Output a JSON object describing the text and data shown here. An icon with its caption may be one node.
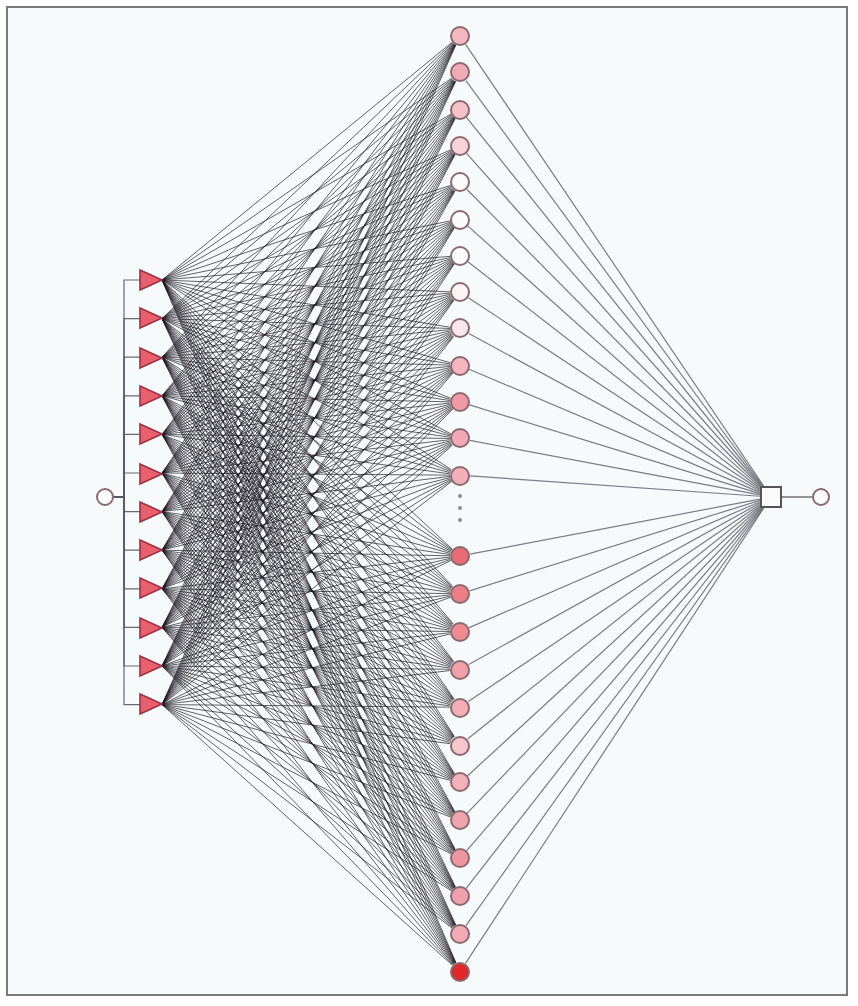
{
  "diagram": {
    "nodes": [
      {
        "text": [],
        "shape": "circle"
      },
      {
        "text": [],
        "shape": "triangle"
      },
      {
        "text": [],
        "shape": "triangle"
      },
      {
        "text": [],
        "shape": "triangle"
      },
      {
        "text": [],
        "shape": "triangle"
      },
      {
        "text": [],
        "shape": "triangle"
      },
      {
        "text": [],
        "shape": "triangle"
      },
      {
        "text": [],
        "shape": "triangle"
      },
      {
        "text": [],
        "shape": "triangle"
      },
      {
        "text": [],
        "shape": "triangle"
      },
      {
        "text": [],
        "shape": "triangle"
      },
      {
        "text": [],
        "shape": "triangle"
      },
      {
        "text": [],
        "shape": "triangle"
      },
      {
        "text": [],
        "shape": "circle"
      },
      {
        "text": [],
        "shape": "circle"
      },
      {
        "text": [],
        "shape": "circle"
      },
      {
        "text": [],
        "shape": "circle"
      },
      {
        "text": [],
        "shape": "circle"
      },
      {
        "text": [],
        "shape": "circle"
      },
      {
        "text": [],
        "shape": "circle"
      },
      {
        "text": [],
        "shape": "circle"
      },
      {
        "text": [],
        "shape": "circle"
      },
      {
        "text": [],
        "shape": "circle"
      },
      {
        "text": [],
        "shape": "circle"
      },
      {
        "text": [],
        "shape": "circle"
      },
      {
        "text": [],
        "shape": "circle"
      },
      {
        "text": [],
        "shape": "circle"
      },
      {
        "text": [],
        "shape": "circle"
      },
      {
        "text": [],
        "shape": "circle"
      },
      {
        "text": [],
        "shape": "circle"
      },
      {
        "text": [],
        "shape": "circle"
      },
      {
        "text": [],
        "shape": "circle"
      },
      {
        "text": [],
        "shape": "circle"
      },
      {
        "text": [],
        "shape": "circle"
      },
      {
        "text": [],
        "shape": "circle"
      },
      {
        "text": [],
        "shape": "circle"
      },
      {
        "text": [],
        "shape": "circle"
      },
      {
        "text": [],
        "shape": "circle"
      },
      {
        "text": [],
        "shape": "box"
      },
      {
        "text": [],
        "shape": "circle"
      }
    ],
    "edges": [
      {
        "from": 0,
        "to": 1,
        "arrow": "none"
      },
      {
        "from": 0,
        "to": 2,
        "arrow": "none"
      },
      {
        "from": 0,
        "to": 3,
        "arrow": "none"
      },
      {
        "from": 0,
        "to": 4,
        "arrow": "none"
      },
      {
        "from": 0,
        "to": 5,
        "arrow": "none"
      },
      {
        "from": 0,
        "to": 6,
        "arrow": "none"
      },
      {
        "from": 0,
        "to": 7,
        "arrow": "none"
      },
      {
        "from": 0,
        "to": 8,
        "arrow": "none"
      },
      {
        "from": 0,
        "to": 9,
        "arrow": "none"
      },
      {
        "from": 0,
        "to": 10,
        "arrow": "none"
      },
      {
        "from": 0,
        "to": 11,
        "arrow": "none"
      },
      {
        "from": 0,
        "to": 12,
        "arrow": "none"
      },
      {
        "from": 1,
        "to": 13,
        "arrow": "none"
      },
      {
        "from": 1,
        "to": 14,
        "arrow": "none"
      },
      {
        "from": 1,
        "to": 15,
        "arrow": "none"
      },
      {
        "from": 1,
        "to": 16,
        "arrow": "none"
      },
      {
        "from": 1,
        "to": 17,
        "arrow": "none"
      },
      {
        "from": 1,
        "to": 18,
        "arrow": "none"
      },
      {
        "from": 1,
        "to": 19,
        "arrow": "none"
      },
      {
        "from": 1,
        "to": 20,
        "arrow": "none"
      },
      {
        "from": 1,
        "to": 21,
        "arrow": "none"
      },
      {
        "from": 1,
        "to": 22,
        "arrow": "none"
      },
      {
        "from": 1,
        "to": 23,
        "arrow": "none"
      },
      {
        "from": 1,
        "to": 24,
        "arrow": "none"
      },
      {
        "from": 1,
        "to": 25,
        "arrow": "none"
      },
      {
        "from": 1,
        "to": 26,
        "arrow": "none"
      },
      {
        "from": 1,
        "to": 27,
        "arrow": "none"
      },
      {
        "from": 1,
        "to": 28,
        "arrow": "none"
      },
      {
        "from": 1,
        "to": 29,
        "arrow": "none"
      },
      {
        "from": 1,
        "to": 30,
        "arrow": "none"
      },
      {
        "from": 1,
        "to": 31,
        "arrow": "none"
      },
      {
        "from": 1,
        "to": 32,
        "arrow": "none"
      },
      {
        "from": 1,
        "to": 33,
        "arrow": "none"
      },
      {
        "from": 1,
        "to": 34,
        "arrow": "none"
      },
      {
        "from": 1,
        "to": 35,
        "arrow": "none"
      },
      {
        "from": 1,
        "to": 36,
        "arrow": "none"
      },
      {
        "from": 1,
        "to": 37,
        "arrow": "none"
      },
      {
        "from": 2,
        "to": 13,
        "arrow": "none"
      },
      {
        "from": 2,
        "to": 14,
        "arrow": "none"
      },
      {
        "from": 2,
        "to": 15,
        "arrow": "none"
      },
      {
        "from": 2,
        "to": 16,
        "arrow": "none"
      },
      {
        "from": 2,
        "to": 17,
        "arrow": "none"
      },
      {
        "from": 2,
        "to": 18,
        "arrow": "none"
      },
      {
        "from": 2,
        "to": 19,
        "arrow": "none"
      },
      {
        "from": 2,
        "to": 20,
        "arrow": "none"
      },
      {
        "from": 2,
        "to": 21,
        "arrow": "none"
      },
      {
        "from": 2,
        "to": 22,
        "arrow": "none"
      },
      {
        "from": 2,
        "to": 23,
        "arrow": "none"
      },
      {
        "from": 2,
        "to": 24,
        "arrow": "none"
      },
      {
        "from": 2,
        "to": 25,
        "arrow": "none"
      },
      {
        "from": 2,
        "to": 26,
        "arrow": "none"
      },
      {
        "from": 2,
        "to": 27,
        "arrow": "none"
      },
      {
        "from": 2,
        "to": 28,
        "arrow": "none"
      },
      {
        "from": 2,
        "to": 29,
        "arrow": "none"
      },
      {
        "from": 2,
        "to": 30,
        "arrow": "none"
      },
      {
        "from": 2,
        "to": 31,
        "arrow": "none"
      },
      {
        "from": 2,
        "to": 32,
        "arrow": "none"
      },
      {
        "from": 2,
        "to": 33,
        "arrow": "none"
      },
      {
        "from": 2,
        "to": 34,
        "arrow": "none"
      },
      {
        "from": 2,
        "to": 35,
        "arrow": "none"
      },
      {
        "from": 2,
        "to": 36,
        "arrow": "none"
      },
      {
        "from": 2,
        "to": 37,
        "arrow": "none"
      },
      {
        "from": 3,
        "to": 13,
        "arrow": "none"
      },
      {
        "from": 3,
        "to": 14,
        "arrow": "none"
      },
      {
        "from": 3,
        "to": 15,
        "arrow": "none"
      },
      {
        "from": 3,
        "to": 16,
        "arrow": "none"
      },
      {
        "from": 3,
        "to": 17,
        "arrow": "none"
      },
      {
        "from": 3,
        "to": 18,
        "arrow": "none"
      },
      {
        "from": 3,
        "to": 19,
        "arrow": "none"
      },
      {
        "from": 3,
        "to": 20,
        "arrow": "none"
      },
      {
        "from": 3,
        "to": 21,
        "arrow": "none"
      },
      {
        "from": 3,
        "to": 22,
        "arrow": "none"
      },
      {
        "from": 3,
        "to": 23,
        "arrow": "none"
      },
      {
        "from": 3,
        "to": 24,
        "arrow": "none"
      },
      {
        "from": 3,
        "to": 25,
        "arrow": "none"
      },
      {
        "from": 3,
        "to": 26,
        "arrow": "none"
      },
      {
        "from": 3,
        "to": 27,
        "arrow": "none"
      },
      {
        "from": 3,
        "to": 28,
        "arrow": "none"
      },
      {
        "from": 3,
        "to": 29,
        "arrow": "none"
      },
      {
        "from": 3,
        "to": 30,
        "arrow": "none"
      },
      {
        "from": 3,
        "to": 31,
        "arrow": "none"
      },
      {
        "from": 3,
        "to": 32,
        "arrow": "none"
      },
      {
        "from": 3,
        "to": 33,
        "arrow": "none"
      },
      {
        "from": 3,
        "to": 34,
        "arrow": "none"
      },
      {
        "from": 3,
        "to": 35,
        "arrow": "none"
      },
      {
        "from": 3,
        "to": 36,
        "arrow": "none"
      },
      {
        "from": 3,
        "to": 37,
        "arrow": "none"
      },
      {
        "from": 4,
        "to": 13,
        "arrow": "none"
      },
      {
        "from": 4,
        "to": 14,
        "arrow": "none"
      },
      {
        "from": 4,
        "to": 15,
        "arrow": "none"
      },
      {
        "from": 4,
        "to": 16,
        "arrow": "none"
      },
      {
        "from": 4,
        "to": 17,
        "arrow": "none"
      },
      {
        "from": 4,
        "to": 18,
        "arrow": "none"
      },
      {
        "from": 4,
        "to": 19,
        "arrow": "none"
      },
      {
        "from": 4,
        "to": 20,
        "arrow": "none"
      },
      {
        "from": 4,
        "to": 21,
        "arrow": "none"
      },
      {
        "from": 4,
        "to": 22,
        "arrow": "none"
      },
      {
        "from": 4,
        "to": 23,
        "arrow": "none"
      },
      {
        "from": 4,
        "to": 24,
        "arrow": "none"
      },
      {
        "from": 4,
        "to": 25,
        "arrow": "none"
      },
      {
        "from": 4,
        "to": 26,
        "arrow": "none"
      },
      {
        "from": 4,
        "to": 27,
        "arrow": "none"
      },
      {
        "from": 4,
        "to": 28,
        "arrow": "none"
      },
      {
        "from": 4,
        "to": 29,
        "arrow": "none"
      },
      {
        "from": 4,
        "to": 30,
        "arrow": "none"
      },
      {
        "from": 4,
        "to": 31,
        "arrow": "none"
      },
      {
        "from": 4,
        "to": 32,
        "arrow": "none"
      },
      {
        "from": 4,
        "to": 33,
        "arrow": "none"
      },
      {
        "from": 4,
        "to": 34,
        "arrow": "none"
      },
      {
        "from": 4,
        "to": 35,
        "arrow": "none"
      },
      {
        "from": 4,
        "to": 36,
        "arrow": "none"
      },
      {
        "from": 4,
        "to": 37,
        "arrow": "none"
      },
      {
        "from": 5,
        "to": 13,
        "arrow": "none"
      },
      {
        "from": 5,
        "to": 14,
        "arrow": "none"
      },
      {
        "from": 5,
        "to": 15,
        "arrow": "none"
      },
      {
        "from": 5,
        "to": 16,
        "arrow": "none"
      },
      {
        "from": 5,
        "to": 17,
        "arrow": "none"
      },
      {
        "from": 5,
        "to": 18,
        "arrow": "none"
      },
      {
        "from": 5,
        "to": 19,
        "arrow": "none"
      },
      {
        "from": 5,
        "to": 20,
        "arrow": "none"
      },
      {
        "from": 5,
        "to": 21,
        "arrow": "none"
      },
      {
        "from": 5,
        "to": 22,
        "arrow": "none"
      },
      {
        "from": 5,
        "to": 23,
        "arrow": "none"
      },
      {
        "from": 5,
        "to": 24,
        "arrow": "none"
      },
      {
        "from": 5,
        "to": 25,
        "arrow": "none"
      },
      {
        "from": 5,
        "to": 26,
        "arrow": "none"
      },
      {
        "from": 5,
        "to": 27,
        "arrow": "none"
      },
      {
        "from": 5,
        "to": 28,
        "arrow": "none"
      },
      {
        "from": 5,
        "to": 29,
        "arrow": "none"
      },
      {
        "from": 5,
        "to": 30,
        "arrow": "none"
      },
      {
        "from": 5,
        "to": 31,
        "arrow": "none"
      },
      {
        "from": 5,
        "to": 32,
        "arrow": "none"
      },
      {
        "from": 5,
        "to": 33,
        "arrow": "none"
      },
      {
        "from": 5,
        "to": 34,
        "arrow": "none"
      },
      {
        "from": 5,
        "to": 35,
        "arrow": "none"
      },
      {
        "from": 5,
        "to": 36,
        "arrow": "none"
      },
      {
        "from": 5,
        "to": 37,
        "arrow": "none"
      },
      {
        "from": 6,
        "to": 13,
        "arrow": "none"
      },
      {
        "from": 6,
        "to": 14,
        "arrow": "none"
      },
      {
        "from": 6,
        "to": 15,
        "arrow": "none"
      },
      {
        "from": 6,
        "to": 16,
        "arrow": "none"
      },
      {
        "from": 6,
        "to": 17,
        "arrow": "none"
      },
      {
        "from": 6,
        "to": 18,
        "arrow": "none"
      },
      {
        "from": 6,
        "to": 19,
        "arrow": "none"
      },
      {
        "from": 6,
        "to": 20,
        "arrow": "none"
      },
      {
        "from": 6,
        "to": 21,
        "arrow": "none"
      },
      {
        "from": 6,
        "to": 22,
        "arrow": "none"
      },
      {
        "from": 6,
        "to": 23,
        "arrow": "none"
      },
      {
        "from": 6,
        "to": 24,
        "arrow": "none"
      },
      {
        "from": 6,
        "to": 25,
        "arrow": "none"
      },
      {
        "from": 6,
        "to": 26,
        "arrow": "none"
      },
      {
        "from": 6,
        "to": 27,
        "arrow": "none"
      },
      {
        "from": 6,
        "to": 28,
        "arrow": "none"
      },
      {
        "from": 6,
        "to": 29,
        "arrow": "none"
      },
      {
        "from": 6,
        "to": 30,
        "arrow": "none"
      },
      {
        "from": 6,
        "to": 31,
        "arrow": "none"
      },
      {
        "from": 6,
        "to": 32,
        "arrow": "none"
      },
      {
        "from": 6,
        "to": 33,
        "arrow": "none"
      },
      {
        "from": 6,
        "to": 34,
        "arrow": "none"
      },
      {
        "from": 6,
        "to": 35,
        "arrow": "none"
      },
      {
        "from": 6,
        "to": 36,
        "arrow": "none"
      },
      {
        "from": 6,
        "to": 37,
        "arrow": "none"
      },
      {
        "from": 7,
        "to": 13,
        "arrow": "none"
      },
      {
        "from": 7,
        "to": 14,
        "arrow": "none"
      },
      {
        "from": 7,
        "to": 15,
        "arrow": "none"
      },
      {
        "from": 7,
        "to": 16,
        "arrow": "none"
      },
      {
        "from": 7,
        "to": 17,
        "arrow": "none"
      },
      {
        "from": 7,
        "to": 18,
        "arrow": "none"
      },
      {
        "from": 7,
        "to": 19,
        "arrow": "none"
      },
      {
        "from": 7,
        "to": 20,
        "arrow": "none"
      },
      {
        "from": 7,
        "to": 21,
        "arrow": "none"
      },
      {
        "from": 7,
        "to": 22,
        "arrow": "none"
      },
      {
        "from": 7,
        "to": 23,
        "arrow": "none"
      },
      {
        "from": 7,
        "to": 24,
        "arrow": "none"
      },
      {
        "from": 7,
        "to": 25,
        "arrow": "none"
      },
      {
        "from": 7,
        "to": 26,
        "arrow": "none"
      },
      {
        "from": 7,
        "to": 27,
        "arrow": "none"
      },
      {
        "from": 7,
        "to": 28,
        "arrow": "none"
      },
      {
        "from": 7,
        "to": 29,
        "arrow": "none"
      },
      {
        "from": 7,
        "to": 30,
        "arrow": "none"
      },
      {
        "from": 7,
        "to": 31,
        "arrow": "none"
      },
      {
        "from": 7,
        "to": 32,
        "arrow": "none"
      },
      {
        "from": 7,
        "to": 33,
        "arrow": "none"
      },
      {
        "from": 7,
        "to": 34,
        "arrow": "none"
      },
      {
        "from": 7,
        "to": 35,
        "arrow": "none"
      },
      {
        "from": 7,
        "to": 36,
        "arrow": "none"
      },
      {
        "from": 7,
        "to": 37,
        "arrow": "none"
      },
      {
        "from": 8,
        "to": 13,
        "arrow": "none"
      },
      {
        "from": 8,
        "to": 14,
        "arrow": "none"
      },
      {
        "from": 8,
        "to": 15,
        "arrow": "none"
      },
      {
        "from": 8,
        "to": 16,
        "arrow": "none"
      },
      {
        "from": 8,
        "to": 17,
        "arrow": "none"
      },
      {
        "from": 8,
        "to": 18,
        "arrow": "none"
      },
      {
        "from": 8,
        "to": 19,
        "arrow": "none"
      },
      {
        "from": 8,
        "to": 20,
        "arrow": "none"
      },
      {
        "from": 8,
        "to": 21,
        "arrow": "none"
      },
      {
        "from": 8,
        "to": 22,
        "arrow": "none"
      },
      {
        "from": 8,
        "to": 23,
        "arrow": "none"
      },
      {
        "from": 8,
        "to": 24,
        "arrow": "none"
      },
      {
        "from": 8,
        "to": 25,
        "arrow": "none"
      },
      {
        "from": 8,
        "to": 26,
        "arrow": "none"
      },
      {
        "from": 8,
        "to": 27,
        "arrow": "none"
      },
      {
        "from": 8,
        "to": 28,
        "arrow": "none"
      },
      {
        "from": 8,
        "to": 29,
        "arrow": "none"
      },
      {
        "from": 8,
        "to": 30,
        "arrow": "none"
      },
      {
        "from": 8,
        "to": 31,
        "arrow": "none"
      },
      {
        "from": 8,
        "to": 32,
        "arrow": "none"
      },
      {
        "from": 8,
        "to": 33,
        "arrow": "none"
      },
      {
        "from": 8,
        "to": 34,
        "arrow": "none"
      },
      {
        "from": 8,
        "to": 35,
        "arrow": "none"
      },
      {
        "from": 8,
        "to": 36,
        "arrow": "none"
      },
      {
        "from": 8,
        "to": 37,
        "arrow": "none"
      },
      {
        "from": 9,
        "to": 13,
        "arrow": "none"
      },
      {
        "from": 9,
        "to": 14,
        "arrow": "none"
      },
      {
        "from": 9,
        "to": 15,
        "arrow": "none"
      },
      {
        "from": 9,
        "to": 16,
        "arrow": "none"
      },
      {
        "from": 9,
        "to": 17,
        "arrow": "none"
      },
      {
        "from": 9,
        "to": 18,
        "arrow": "none"
      },
      {
        "from": 9,
        "to": 19,
        "arrow": "none"
      },
      {
        "from": 9,
        "to": 20,
        "arrow": "none"
      },
      {
        "from": 9,
        "to": 21,
        "arrow": "none"
      },
      {
        "from": 9,
        "to": 22,
        "arrow": "none"
      },
      {
        "from": 9,
        "to": 23,
        "arrow": "none"
      },
      {
        "from": 9,
        "to": 24,
        "arrow": "none"
      },
      {
        "from": 9,
        "to": 25,
        "arrow": "none"
      },
      {
        "from": 9,
        "to": 26,
        "arrow": "none"
      },
      {
        "from": 9,
        "to": 27,
        "arrow": "none"
      },
      {
        "from": 9,
        "to": 28,
        "arrow": "none"
      },
      {
        "from": 9,
        "to": 29,
        "arrow": "none"
      },
      {
        "from": 9,
        "to": 30,
        "arrow": "none"
      },
      {
        "from": 9,
        "to": 31,
        "arrow": "none"
      },
      {
        "from": 9,
        "to": 32,
        "arrow": "none"
      },
      {
        "from": 9,
        "to": 33,
        "arrow": "none"
      },
      {
        "from": 9,
        "to": 34,
        "arrow": "none"
      },
      {
        "from": 9,
        "to": 35,
        "arrow": "none"
      },
      {
        "from": 9,
        "to": 36,
        "arrow": "none"
      },
      {
        "from": 9,
        "to": 37,
        "arrow": "none"
      },
      {
        "from": 10,
        "to": 13,
        "arrow": "none"
      },
      {
        "from": 10,
        "to": 14,
        "arrow": "none"
      },
      {
        "from": 10,
        "to": 15,
        "arrow": "none"
      },
      {
        "from": 10,
        "to": 16,
        "arrow": "none"
      },
      {
        "from": 10,
        "to": 17,
        "arrow": "none"
      },
      {
        "from": 10,
        "to": 18,
        "arrow": "none"
      },
      {
        "from": 10,
        "to": 19,
        "arrow": "none"
      },
      {
        "from": 10,
        "to": 20,
        "arrow": "none"
      },
      {
        "from": 10,
        "to": 21,
        "arrow": "none"
      },
      {
        "from": 10,
        "to": 22,
        "arrow": "none"
      },
      {
        "from": 10,
        "to": 23,
        "arrow": "none"
      },
      {
        "from": 10,
        "to": 24,
        "arrow": "none"
      },
      {
        "from": 10,
        "to": 25,
        "arrow": "none"
      },
      {
        "from": 10,
        "to": 26,
        "arrow": "none"
      },
      {
        "from": 10,
        "to": 27,
        "arrow": "none"
      },
      {
        "from": 10,
        "to": 28,
        "arrow": "none"
      },
      {
        "from": 10,
        "to": 29,
        "arrow": "none"
      },
      {
        "from": 10,
        "to": 30,
        "arrow": "none"
      },
      {
        "from": 10,
        "to": 31,
        "arrow": "none"
      },
      {
        "from": 10,
        "to": 32,
        "arrow": "none"
      },
      {
        "from": 10,
        "to": 33,
        "arrow": "none"
      },
      {
        "from": 10,
        "to": 34,
        "arrow": "none"
      },
      {
        "from": 10,
        "to": 35,
        "arrow": "none"
      },
      {
        "from": 10,
        "to": 36,
        "arrow": "none"
      },
      {
        "from": 10,
        "to": 37,
        "arrow": "none"
      },
      {
        "from": 11,
        "to": 13,
        "arrow": "none"
      },
      {
        "from": 11,
        "to": 14,
        "arrow": "none"
      },
      {
        "from": 11,
        "to": 15,
        "arrow": "none"
      },
      {
        "from": 11,
        "to": 16,
        "arrow": "none"
      },
      {
        "from": 11,
        "to": 17,
        "arrow": "none"
      },
      {
        "from": 11,
        "to": 18,
        "arrow": "none"
      },
      {
        "from": 11,
        "to": 19,
        "arrow": "none"
      },
      {
        "from": 11,
        "to": 20,
        "arrow": "none"
      },
      {
        "from": 11,
        "to": 21,
        "arrow": "none"
      },
      {
        "from": 11,
        "to": 22,
        "arrow": "none"
      },
      {
        "from": 11,
        "to": 23,
        "arrow": "none"
      },
      {
        "from": 11,
        "to": 24,
        "arrow": "none"
      },
      {
        "from": 11,
        "to": 25,
        "arrow": "none"
      },
      {
        "from": 11,
        "to": 26,
        "arrow": "none"
      },
      {
        "from": 11,
        "to": 27,
        "arrow": "none"
      },
      {
        "from": 11,
        "to": 28,
        "arrow": "none"
      },
      {
        "from": 11,
        "to": 29,
        "arrow": "none"
      },
      {
        "from": 11,
        "to": 30,
        "arrow": "none"
      },
      {
        "from": 11,
        "to": 31,
        "arrow": "none"
      },
      {
        "from": 11,
        "to": 32,
        "arrow": "none"
      },
      {
        "from": 11,
        "to": 33,
        "arrow": "none"
      },
      {
        "from": 11,
        "to": 34,
        "arrow": "none"
      },
      {
        "from": 11,
        "to": 35,
        "arrow": "none"
      },
      {
        "from": 11,
        "to": 36,
        "arrow": "none"
      },
      {
        "from": 11,
        "to": 37,
        "arrow": "none"
      },
      {
        "from": 12,
        "to": 13,
        "arrow": "none"
      },
      {
        "from": 12,
        "to": 14,
        "arrow": "none"
      },
      {
        "from": 12,
        "to": 15,
        "arrow": "none"
      },
      {
        "from": 12,
        "to": 16,
        "arrow": "none"
      },
      {
        "from": 12,
        "to": 17,
        "arrow": "none"
      },
      {
        "from": 12,
        "to": 18,
        "arrow": "none"
      },
      {
        "from": 12,
        "to": 19,
        "arrow": "none"
      },
      {
        "from": 12,
        "to": 20,
        "arrow": "none"
      },
      {
        "from": 12,
        "to": 21,
        "arrow": "none"
      },
      {
        "from": 12,
        "to": 22,
        "arrow": "none"
      },
      {
        "from": 12,
        "to": 23,
        "arrow": "none"
      },
      {
        "from": 12,
        "to": 24,
        "arrow": "none"
      },
      {
        "from": 12,
        "to": 25,
        "arrow": "none"
      },
      {
        "from": 12,
        "to": 26,
        "arrow": "none"
      },
      {
        "from": 12,
        "to": 27,
        "arrow": "none"
      },
      {
        "from": 12,
        "to": 28,
        "arrow": "none"
      },
      {
        "from": 12,
        "to": 29,
        "arrow": "none"
      },
      {
        "from": 12,
        "to": 30,
        "arrow": "none"
      },
      {
        "from": 12,
        "to": 31,
        "arrow": "none"
      },
      {
        "from": 12,
        "to": 32,
        "arrow": "none"
      },
      {
        "from": 12,
        "to": 33,
        "arrow": "none"
      },
      {
        "from": 12,
        "to": 34,
        "arrow": "none"
      },
      {
        "from": 12,
        "to": 35,
        "arrow": "none"
      },
      {
        "from": 12,
        "to": 36,
        "arrow": "none"
      },
      {
        "from": 12,
        "to": 37,
        "arrow": "none"
      },
      {
        "from": 13,
        "to": 38,
        "arrow": "none"
      },
      {
        "from": 14,
        "to": 38,
        "arrow": "none"
      },
      {
        "from": 15,
        "to": 38,
        "arrow": "none"
      },
      {
        "from": 16,
        "to": 38,
        "arrow": "none"
      },
      {
        "from": 17,
        "to": 38,
        "arrow": "none"
      },
      {
        "from": 18,
        "to": 38,
        "arrow": "none"
      },
      {
        "from": 19,
        "to": 38,
        "arrow": "none"
      },
      {
        "from": 20,
        "to": 38,
        "arrow": "none"
      },
      {
        "from": 21,
        "to": 38,
        "arrow": "none"
      },
      {
        "from": 22,
        "to": 38,
        "arrow": "none"
      },
      {
        "from": 23,
        "to": 38,
        "arrow": "none"
      },
      {
        "from": 24,
        "to": 38,
        "arrow": "none"
      },
      {
        "from": 25,
        "to": 38,
        "arrow": "none"
      },
      {
        "from": 26,
        "to": 38,
        "arrow": "none"
      },
      {
        "from": 27,
        "to": 38,
        "arrow": "none"
      },
      {
        "from": 28,
        "to": 38,
        "arrow": "none"
      },
      {
        "from": 29,
        "to": 38,
        "arrow": "none"
      },
      {
        "from": 30,
        "to": 38,
        "arrow": "none"
      },
      {
        "from": 31,
        "to": 38,
        "arrow": "none"
      },
      {
        "from": 32,
        "to": 38,
        "arrow": "none"
      },
      {
        "from": 33,
        "to": 38,
        "arrow": "none"
      },
      {
        "from": 34,
        "to": 38,
        "arrow": "none"
      },
      {
        "from": 35,
        "to": 38,
        "arrow": "none"
      },
      {
        "from": 36,
        "to": 38,
        "arrow": "none"
      },
      {
        "from": 37,
        "to": 38,
        "arrow": "none"
      },
      {
        "from": 38,
        "to": 39,
        "arrow": "none"
      }
    ]
  }
}
